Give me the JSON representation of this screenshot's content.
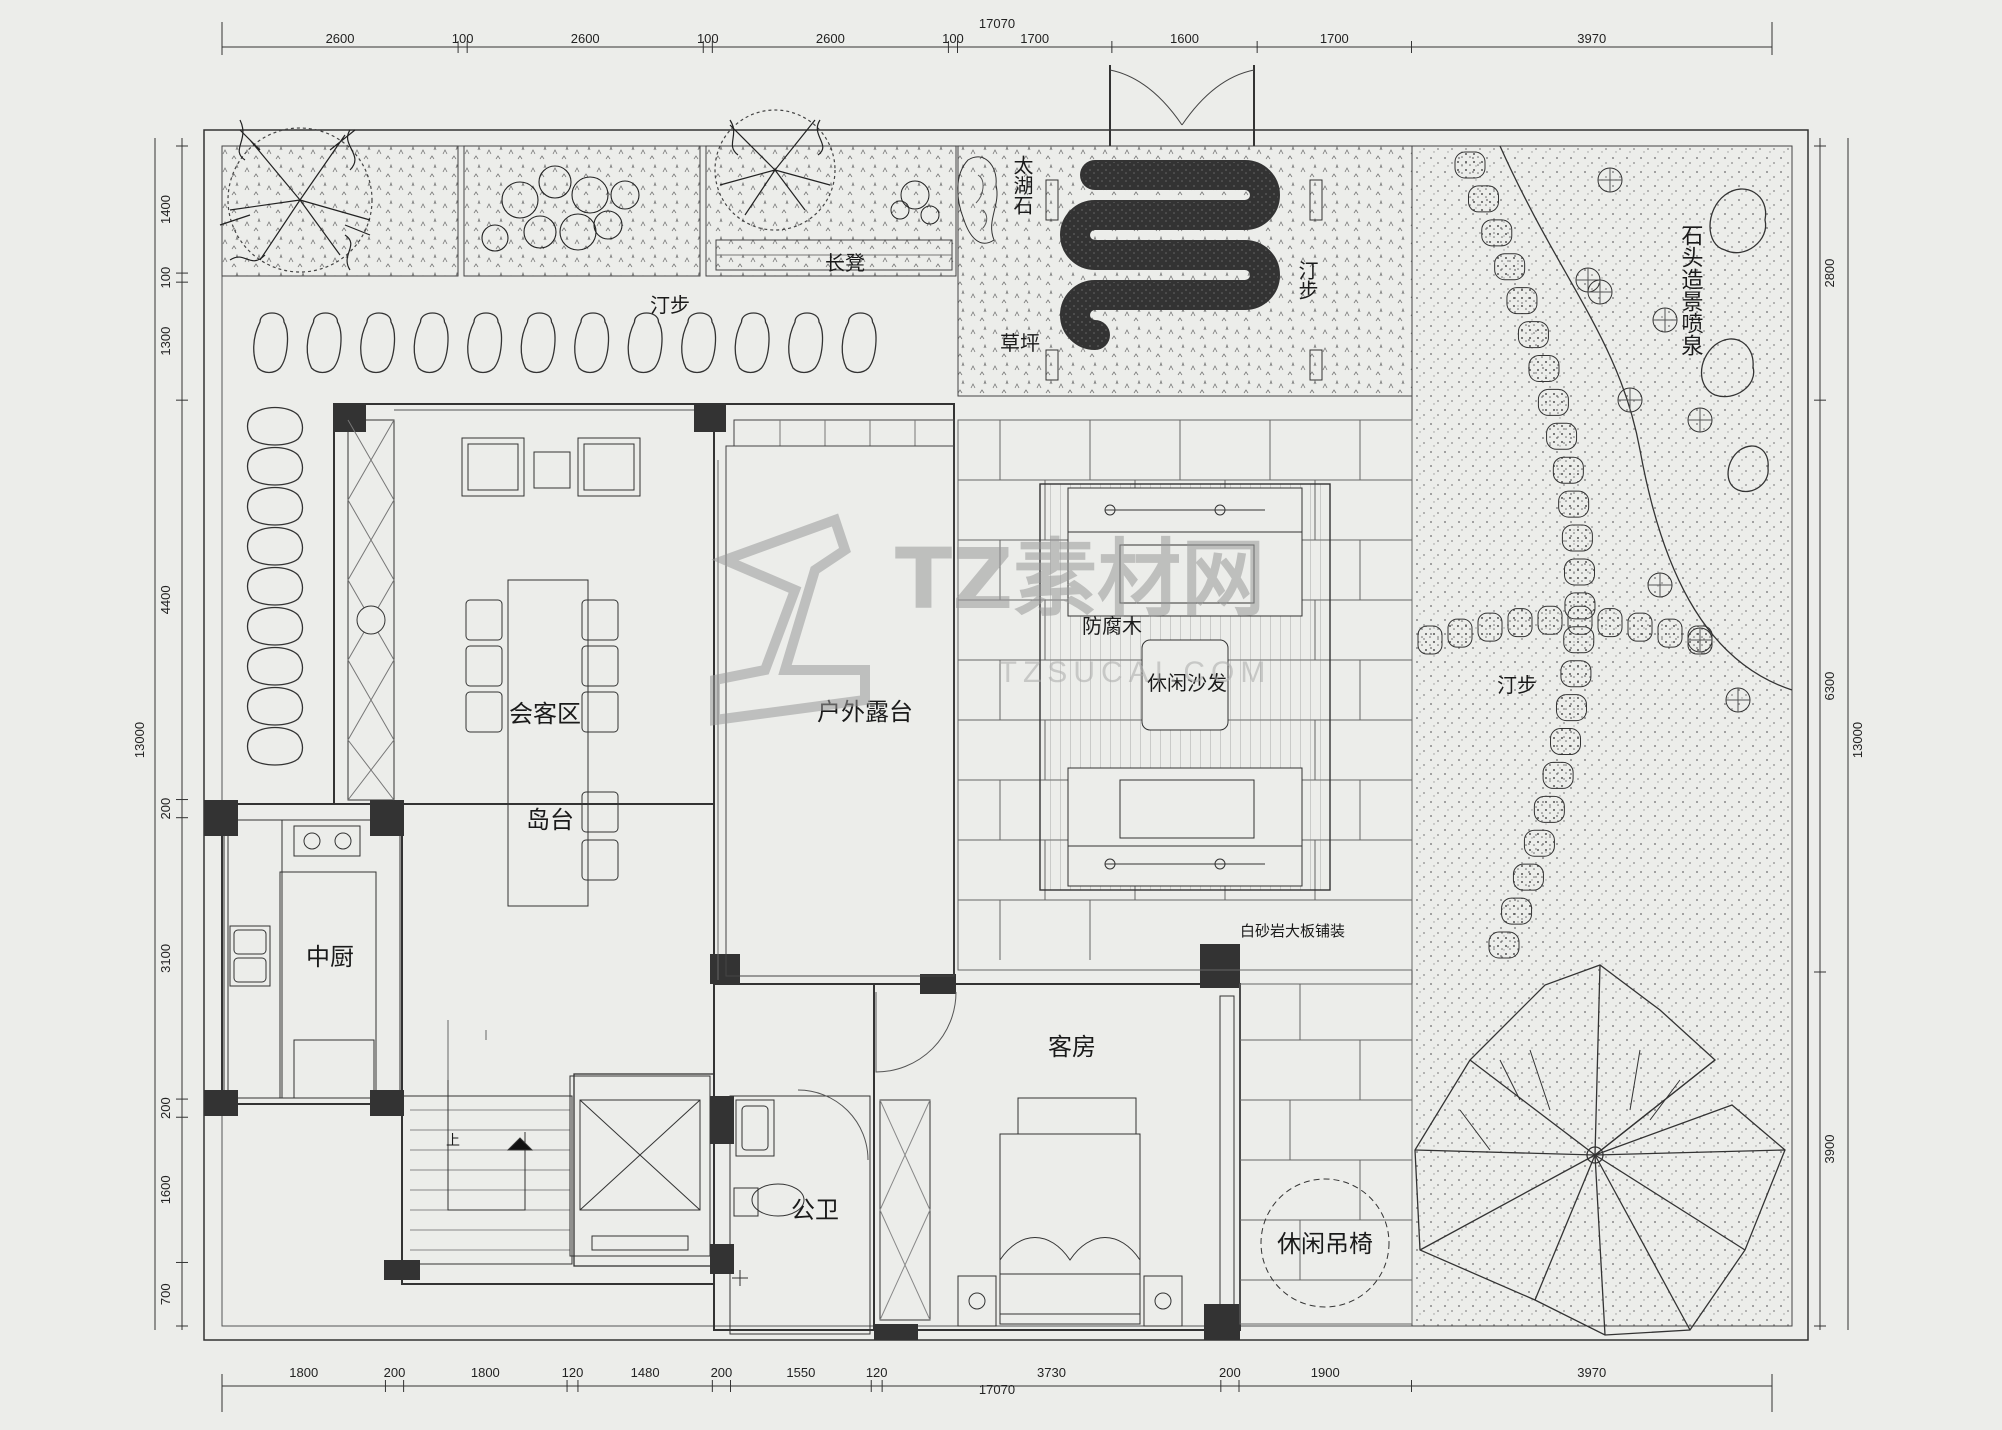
{
  "dimensions": {
    "top": {
      "total": "17070",
      "segments": [
        "2600",
        "100",
        "2600",
        "100",
        "2600",
        "100",
        "1700",
        "1600",
        "1700",
        "3970"
      ]
    },
    "bottom": {
      "total": "17070",
      "segments": [
        "1800",
        "200",
        "1800",
        "120",
        "1480",
        "200",
        "1550",
        "120",
        "3730",
        "200",
        "1900",
        "3970"
      ]
    },
    "left": {
      "total": "13000",
      "segments": [
        "1400",
        "100",
        "1300",
        "4400",
        "200",
        "3100",
        "200",
        "1600",
        "700"
      ]
    },
    "right": {
      "total": "13000",
      "segments": [
        "2800",
        "6300",
        "3900"
      ]
    }
  },
  "labels": {
    "tingbu_top": "汀步",
    "changdeng": "长凳",
    "taihushi": "太湖石",
    "tingbu_mid": "汀步",
    "caoping": "草坪",
    "shitou": "石头造景喷泉",
    "tingbu_right": "汀步",
    "huikequ": "会客区",
    "daotai": "岛台",
    "huwai": "户外露台",
    "fangfumu": "防腐木",
    "xiuxianshafa": "休闲沙发",
    "zhongchu": "中厨",
    "kefang": "客房",
    "gongwei": "公卫",
    "diaoyi": "休闲吊椅",
    "shayan": "白砂岩大板铺装",
    "stair_up": "上"
  },
  "watermark": {
    "main": "TZ素材网",
    "sub": "TZSUCAI.COM"
  }
}
